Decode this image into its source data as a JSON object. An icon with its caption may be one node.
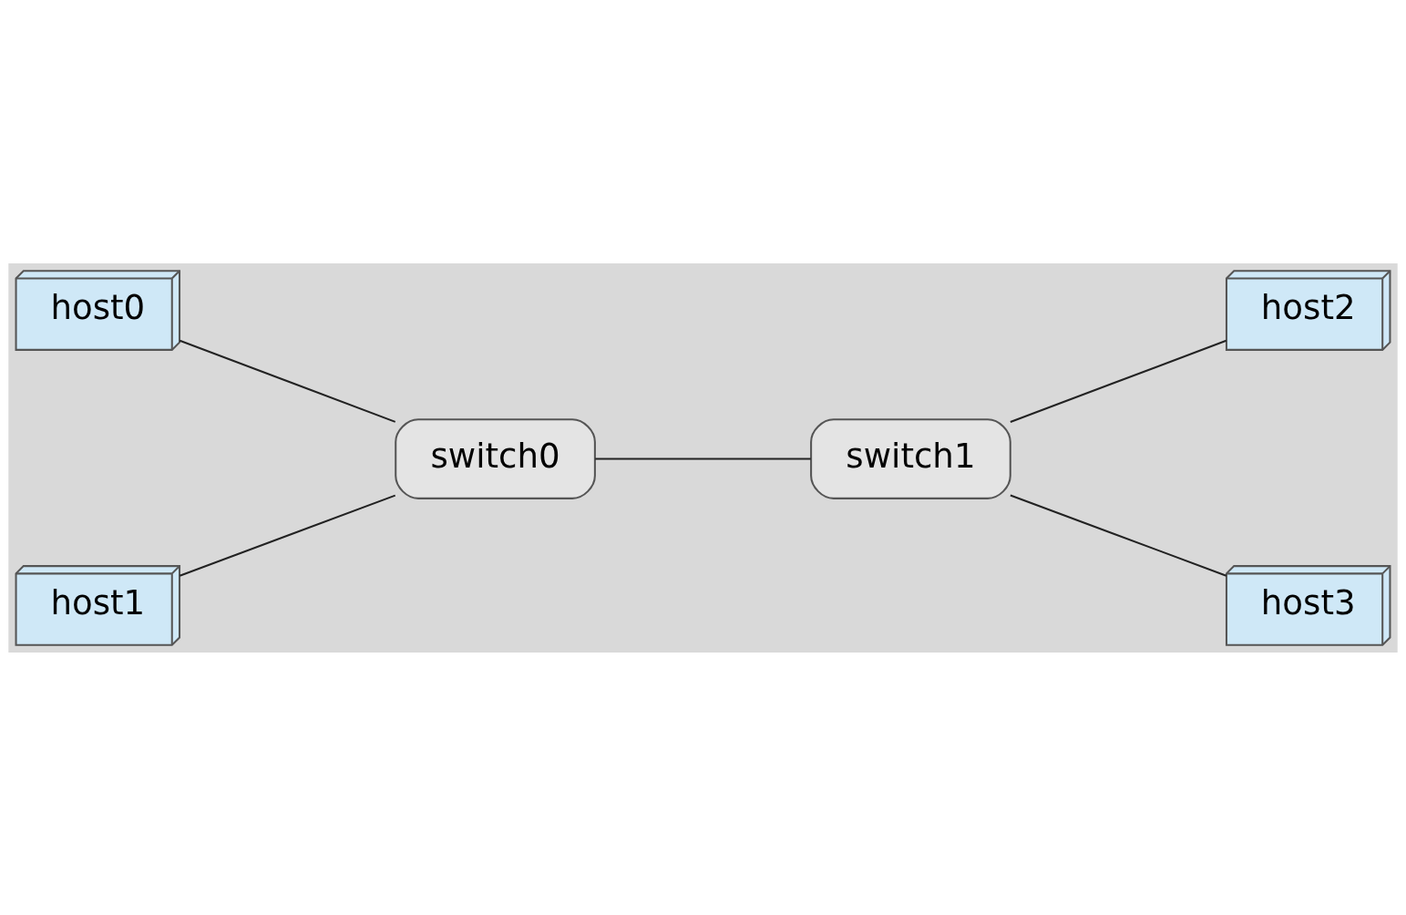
{
  "diagram": {
    "nodes": [
      {
        "text": [
          "host0"
        ]
      },
      {
        "text": [
          "host2"
        ]
      },
      {
        "text": [
          "switch0"
        ]
      },
      {
        "text": [
          "switch1"
        ]
      },
      {
        "text": [
          "host1"
        ]
      },
      {
        "text": [
          "host3"
        ]
      }
    ],
    "edges": [
      {
        "from": 0,
        "to": 2,
        "arrow": "none"
      },
      {
        "from": 4,
        "to": 2,
        "arrow": "none"
      },
      {
        "from": 2,
        "to": 3,
        "arrow": "none"
      },
      {
        "from": 3,
        "to": 1,
        "arrow": "none"
      },
      {
        "from": 3,
        "to": 5,
        "arrow": "none"
      }
    ]
  }
}
